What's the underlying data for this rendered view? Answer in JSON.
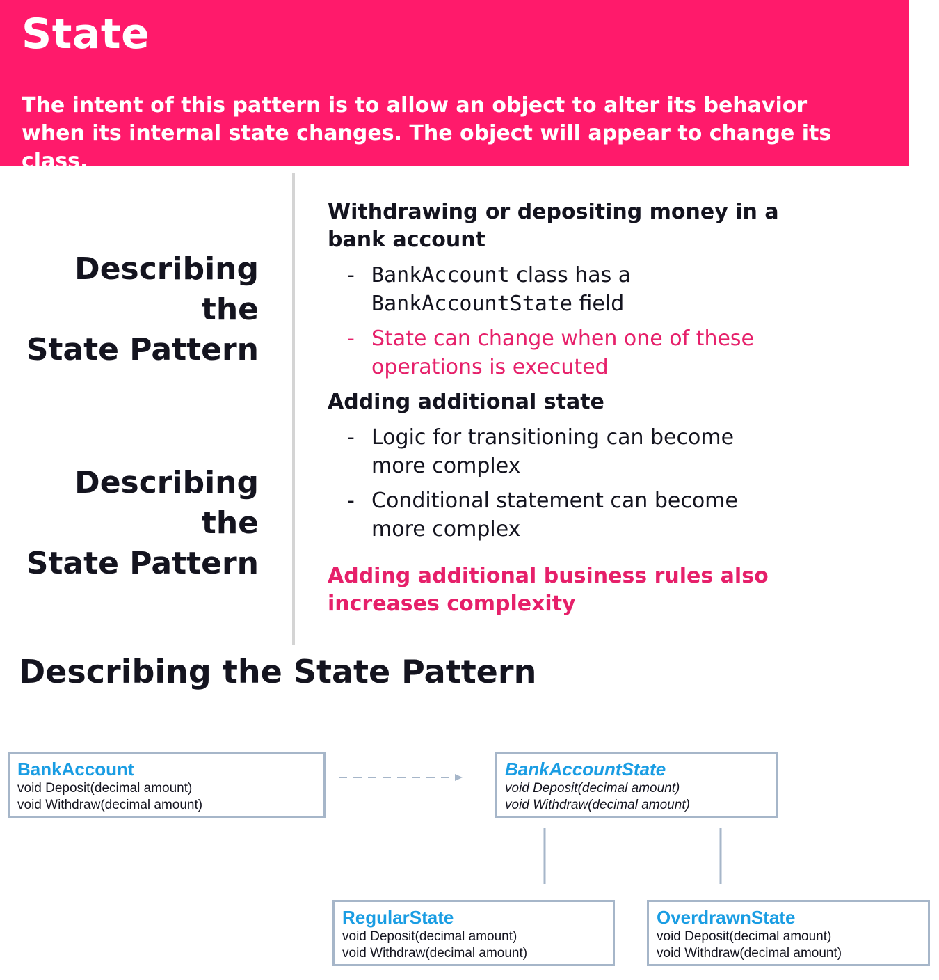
{
  "banner": {
    "title": "State",
    "intent": "The intent of this pattern is to allow an object to alter its behavior when its internal state changes.  The object will appear to change its class.",
    "color": "#ff1a6b"
  },
  "side_titles": [
    {
      "line1": "Describing the",
      "line2": "State Pattern"
    },
    {
      "line1": "Describing the",
      "line2": "State Pattern"
    }
  ],
  "content": {
    "heading1": "Withdrawing or depositing money in a bank account",
    "bullet1": {
      "dash": "-",
      "code1": "BankAccount",
      "text1": " class has a ",
      "code2": "BankAccountState",
      "text2": " field"
    },
    "bullet2": {
      "dash": "-",
      "text": "State can change when one of these operations is executed"
    },
    "heading2": "Adding additional state",
    "bullet3": {
      "dash": "-",
      "text": "Logic for transitioning can become more complex"
    },
    "bullet4": {
      "dash": "-",
      "text": "Conditional statement can become more complex"
    },
    "note": "Adding additional business rules also increases complexity",
    "accent_color": "#e6206a"
  },
  "diagram": {
    "title": "Describing the State Pattern",
    "classes": {
      "bank_account": {
        "name": "BankAccount",
        "methods": [
          "void Deposit(decimal amount)",
          "void Withdraw(decimal amount)"
        ]
      },
      "bank_account_state": {
        "name": "BankAccountState",
        "methods": [
          "void Deposit(decimal amount)",
          "void Withdraw(decimal amount)"
        ],
        "abstract": true
      },
      "regular_state": {
        "name": "RegularState",
        "methods": [
          "void Deposit(decimal amount)",
          "void Withdraw(decimal amount)"
        ]
      },
      "overdrawn_state": {
        "name": "OverdrawnState",
        "methods": [
          "void Deposit(decimal amount)",
          "void Withdraw(decimal amount)"
        ]
      }
    },
    "relations": [
      {
        "from": "BankAccount",
        "to": "BankAccountState",
        "style": "dashed-arrow"
      },
      {
        "from": "RegularState",
        "to": "BankAccountState",
        "style": "line"
      },
      {
        "from": "OverdrawnState",
        "to": "BankAccountState",
        "style": "line"
      }
    ],
    "class_name_color": "#1a9de3",
    "border_color": "#a6b6c9"
  }
}
